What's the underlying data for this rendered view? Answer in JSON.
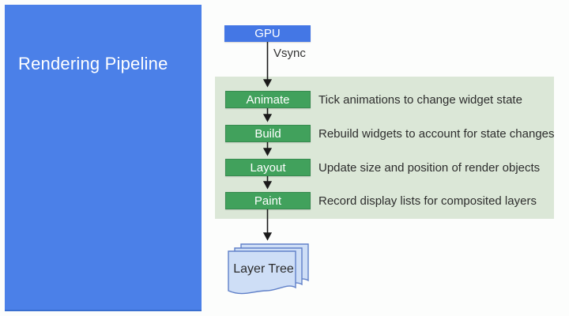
{
  "slide": {
    "title": "Rendering Pipeline"
  },
  "gpu": {
    "label": "GPU"
  },
  "vsync_label": "Vsync",
  "pipeline": {
    "stages": [
      {
        "label": "Animate",
        "description": "Tick animations to change widget state"
      },
      {
        "label": "Build",
        "description": "Rebuild widgets to account for state changes"
      },
      {
        "label": "Layout",
        "description": "Update size and position of render objects"
      },
      {
        "label": "Paint",
        "description": "Record display lists for composited layers"
      }
    ]
  },
  "layer_tree": {
    "label": "Layer Tree"
  },
  "colors": {
    "panel_blue": "#4b80e8",
    "node_blue": "#4477e5",
    "stage_green": "#41a15c",
    "container_green": "#dbe7d7",
    "document_fill": "#cedef6",
    "document_stroke": "#6080c8",
    "arrow_black": "#1a1a1a"
  }
}
